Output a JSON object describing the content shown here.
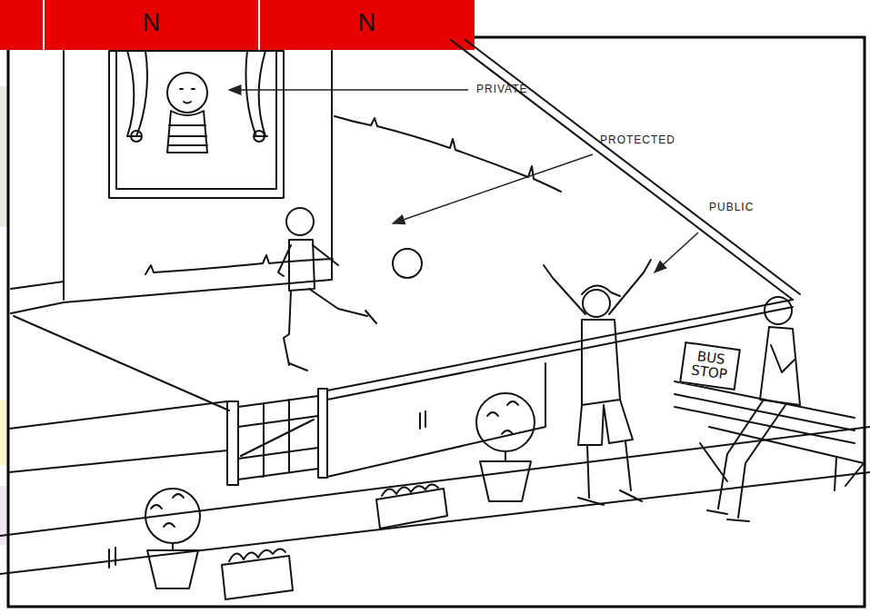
{
  "diagram": {
    "nodes": [
      {
        "text": [
          "BUS STOP"
        ]
      }
    ],
    "labels": [
      "N",
      "N",
      "PRIVATE",
      "PROTECTED",
      "PUBLIC"
    ]
  }
}
